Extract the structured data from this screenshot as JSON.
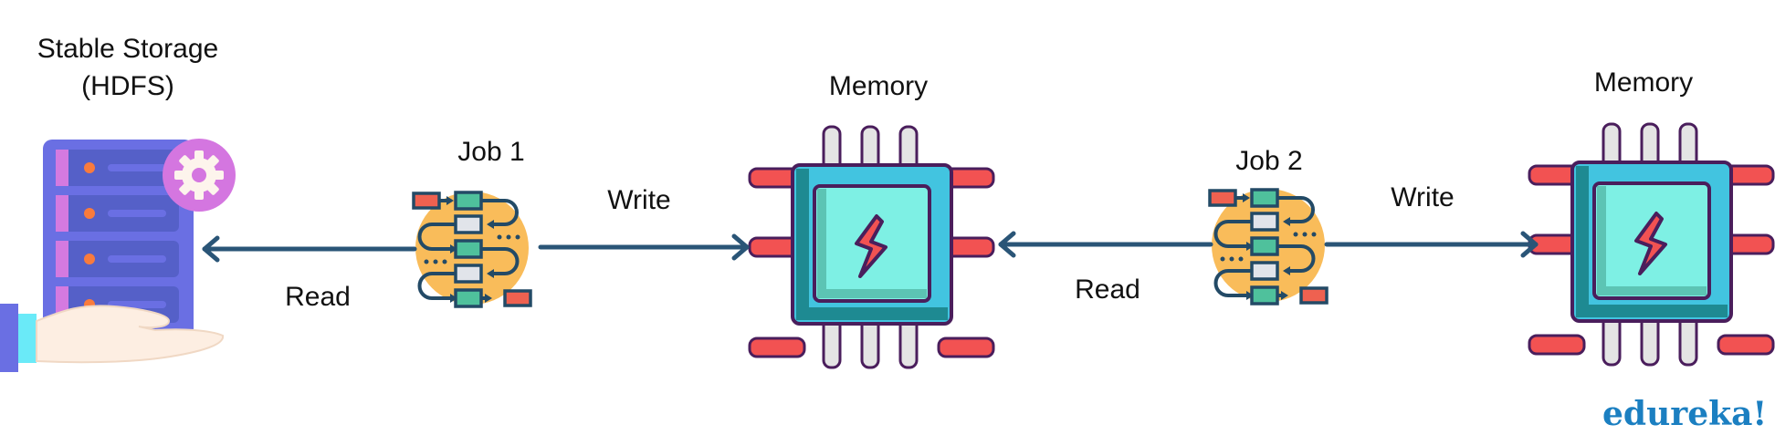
{
  "labels": {
    "storage_line1": "Stable Storage",
    "storage_line2": "(HDFS)",
    "job1": "Job 1",
    "job2": "Job 2",
    "memory1": "Memory",
    "memory2": "Memory",
    "read1": "Read",
    "write1": "Write",
    "read2": "Read",
    "write2": "Write"
  },
  "nodes": [
    {
      "id": "storage",
      "type": "server-icon",
      "label": "Stable Storage (HDFS)"
    },
    {
      "id": "job1",
      "type": "workflow-icon",
      "label": "Job 1"
    },
    {
      "id": "memory1",
      "type": "chip-icon",
      "label": "Memory"
    },
    {
      "id": "job2",
      "type": "workflow-icon",
      "label": "Job 2"
    },
    {
      "id": "memory2",
      "type": "chip-icon",
      "label": "Memory"
    }
  ],
  "edges": [
    {
      "from": "job1",
      "to": "storage",
      "label": "Read"
    },
    {
      "from": "job1",
      "to": "memory1",
      "label": "Write"
    },
    {
      "from": "job2",
      "to": "memory1",
      "label": "Read"
    },
    {
      "from": "job2",
      "to": "memory2",
      "label": "Write"
    }
  ],
  "colors": {
    "arrow": "#2a5577",
    "server": "#6a6fe3",
    "server_slot": "#5560c8",
    "server_accent": "#d47ae0",
    "led": "#f97b3d",
    "chip_outer": "#42c4e0",
    "chip_inner": "#7ef0e4",
    "chip_pin_side": "#f25252",
    "bolt": "#f25252",
    "job_circle": "#f9bc5a",
    "brand": "#1b7fc1"
  },
  "brand": {
    "logo_text": "edureka!"
  }
}
